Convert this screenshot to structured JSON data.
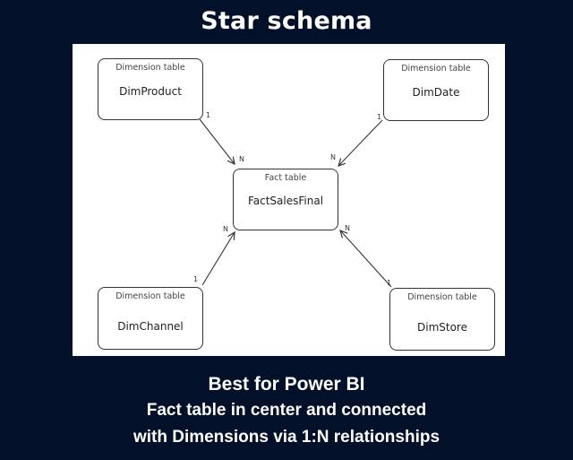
{
  "title": "Star schema",
  "fact": {
    "type_label": "Fact table",
    "name": "FactSalesFinal"
  },
  "dimensions": [
    {
      "type_label": "Dimension table",
      "name": "DimProduct",
      "card_one": "1",
      "card_many": "N"
    },
    {
      "type_label": "Dimension table",
      "name": "DimDate",
      "card_one": "1",
      "card_many": "N"
    },
    {
      "type_label": "Dimension table",
      "name": "DimChannel",
      "card_one": "1",
      "card_many": "N"
    },
    {
      "type_label": "Dimension table",
      "name": "DimStore",
      "card_one": "1",
      "card_many": "N"
    }
  ],
  "caption": {
    "line1": "Best for Power BI",
    "line2": "Fact table in center and connected",
    "line3": "with Dimensions via 1:N relationships"
  },
  "colors": {
    "background": "#03102a",
    "canvas": "#ffffff",
    "stroke": "#333333"
  }
}
